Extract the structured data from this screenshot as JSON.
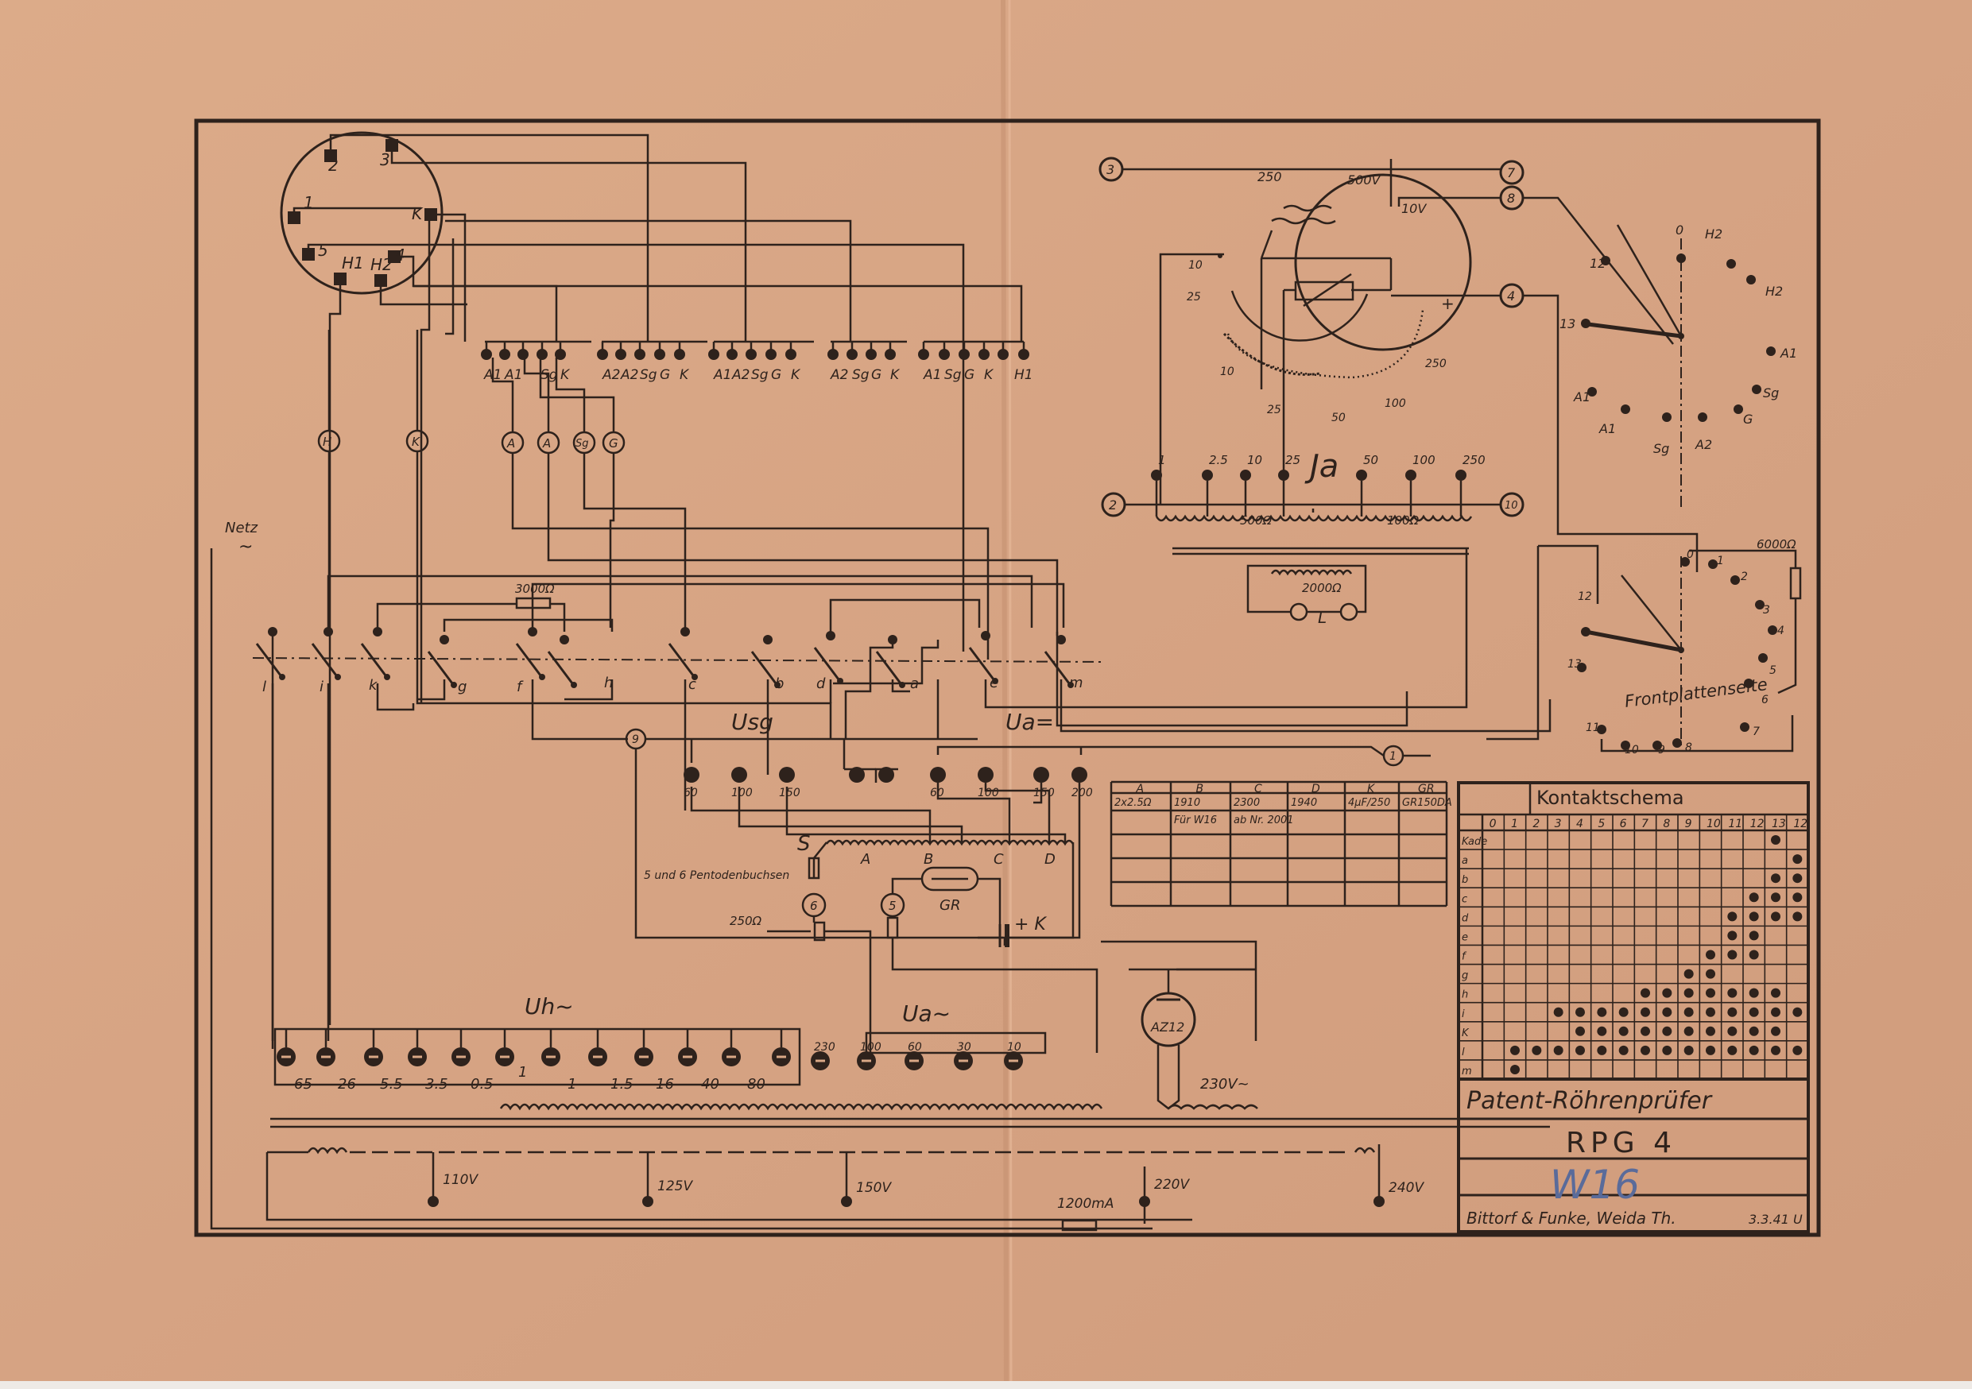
{
  "sheet": {
    "product": "Patent-Röhrenprüfer",
    "model": "RPG 4",
    "manufacturer": "Bittorf & Funke, Weida Th.",
    "date_mark": "3.3.41 U",
    "stamp": "W16"
  },
  "mains": {
    "label": "Netz",
    "symbol": "~",
    "taps": [
      "110V",
      "125V",
      "150V",
      "220V",
      "240V"
    ],
    "fuse": "1200mA"
  },
  "valve_socket": {
    "pins": [
      "1",
      "2",
      "3",
      "K",
      "4",
      "5",
      "H1",
      "H2"
    ]
  },
  "terminal_strip": {
    "labels": [
      "A1",
      "A1",
      "Sg",
      "K",
      "A2",
      "A2",
      "Sg",
      "G",
      "K",
      "A1",
      "A2",
      "Sg",
      "G",
      "K",
      "A2",
      "Sg",
      "G",
      "K",
      "A1",
      "Sg",
      "G",
      "K",
      "H1"
    ]
  },
  "test_points": {
    "left_column": [
      "H",
      "K"
    ],
    "row": [
      "A",
      "A",
      "Sg",
      "G"
    ]
  },
  "switches": {
    "labels": [
      "l",
      "i",
      "k",
      "g",
      "f",
      "h",
      "c",
      "b",
      "d",
      "a",
      "e",
      "m"
    ],
    "resistor": "3000Ω"
  },
  "meter": {
    "label": "Ja",
    "scale_labels": [
      "250",
      "500V",
      "10V",
      "10",
      "25",
      "10",
      "25",
      "50",
      "100",
      "250",
      "+"
    ],
    "range_terminals": [
      "1",
      "2.5",
      "10",
      "25",
      "50",
      "100",
      "250"
    ],
    "shunts": [
      "500Ω",
      "100Ω"
    ],
    "lamp_resistor": "2000Ω",
    "lamp_label": "L",
    "nodes": [
      "3",
      "2",
      "7",
      "8",
      "4",
      "10"
    ]
  },
  "selector_1": {
    "positions": [
      "0",
      "H2",
      "H2",
      "A1",
      "Sg",
      "G",
      "A2",
      "Sg",
      "A1",
      "A1",
      "12",
      "13"
    ]
  },
  "selector_2": {
    "positions": [
      "0",
      "1",
      "2",
      "3",
      "4",
      "5",
      "6",
      "7",
      "8",
      "9",
      "10",
      "11",
      "12",
      "13"
    ],
    "resistor": "6000Ω",
    "caption": "Frontplattenseite"
  },
  "sg_voltage": {
    "label": "Usg",
    "values": [
      "60",
      "100",
      "150"
    ],
    "node": "9"
  },
  "anode_voltage_dc": {
    "label": "Ua=",
    "values": [
      "60",
      "100",
      "150",
      "200"
    ],
    "node": "1"
  },
  "divider": {
    "label": "S",
    "taps": [
      "A",
      "B",
      "C",
      "D"
    ],
    "note": "5 und 6 Pentodenbuchsen",
    "resistor": "250Ω",
    "socket_5": "5",
    "socket_6": "6",
    "glow_tube": "GR",
    "capacitor": "+ K"
  },
  "heater_voltage": {
    "label": "Uh~",
    "values": [
      "65",
      "26",
      "5.5",
      "3.5",
      "0.5",
      "1",
      "1",
      "1.5",
      "16",
      "40",
      "80"
    ]
  },
  "anode_voltage_ac": {
    "label": "Ua~",
    "values": [
      "230",
      "100",
      "60",
      "30",
      "10"
    ]
  },
  "rectifier": {
    "label": "AZ12",
    "winding": "230V~"
  },
  "version_table": {
    "headers": [
      "A",
      "B",
      "C",
      "D",
      "K",
      "GR"
    ],
    "rows": [
      [
        "2x2.5Ω",
        "1910",
        "2300",
        "1940",
        "4μF/250",
        "GR150DA"
      ],
      [
        "",
        "Für W16",
        "ab Nr. 2001",
        "",
        "",
        ""
      ],
      [
        "",
        "",
        "",
        "",
        "",
        ""
      ],
      [
        "",
        "",
        "",
        "",
        "",
        ""
      ]
    ]
  },
  "contact_schema": {
    "title": "Kontaktschema",
    "columns": [
      "0",
      "1",
      "2",
      "3",
      "4",
      "5",
      "6",
      "7",
      "8",
      "9",
      "10",
      "11",
      "12",
      "13",
      "12"
    ],
    "rows": [
      {
        "label": "Kade",
        "dots": [
          13
        ]
      },
      {
        "label": "a",
        "dots": [
          14
        ]
      },
      {
        "label": "b",
        "dots": [
          13,
          14
        ]
      },
      {
        "label": "c",
        "dots": [
          12,
          13,
          14
        ]
      },
      {
        "label": "d",
        "dots": [
          11,
          12,
          13,
          14
        ]
      },
      {
        "label": "e",
        "dots": [
          11,
          12
        ]
      },
      {
        "label": "f",
        "dots": [
          10,
          11,
          12
        ]
      },
      {
        "label": "g",
        "dots": [
          9,
          10
        ]
      },
      {
        "label": "h",
        "dots": [
          7,
          8,
          9,
          10,
          11,
          12,
          13
        ]
      },
      {
        "label": "i",
        "dots": [
          3,
          4,
          5,
          6,
          7,
          8,
          9,
          10,
          11,
          12,
          13,
          14
        ]
      },
      {
        "label": "K",
        "dots": [
          4,
          5,
          6,
          7,
          8,
          9,
          10,
          11,
          12,
          13
        ]
      },
      {
        "label": "l",
        "dots": [
          1,
          2,
          3,
          4,
          5,
          6,
          7,
          8,
          9,
          10,
          11,
          12,
          13,
          14
        ]
      },
      {
        "label": "m",
        "dots": [
          1
        ]
      }
    ]
  }
}
